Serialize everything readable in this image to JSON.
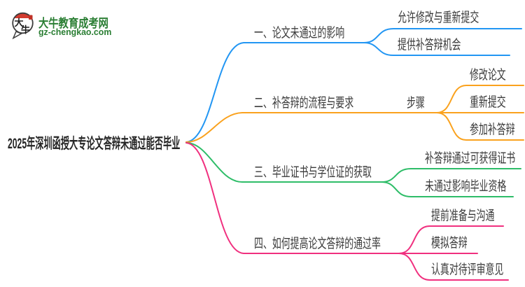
{
  "site": {
    "name": "大牛教育成考网",
    "domain": "gz-chengkao.com",
    "badge_chars": "大牛",
    "brand_green": "#2a7e33",
    "badge_red": "#d23b2f"
  },
  "mindmap": {
    "root": "2025年深圳函授大专论文答辩未通过能否毕业",
    "branches": [
      {
        "label": "一、论文未通过的影响",
        "color": "#2296f3",
        "children": [
          {
            "label": "允许修改与重新提交"
          },
          {
            "label": "提供补答辩机会"
          }
        ]
      },
      {
        "label": "二、补答辩的流程与要求",
        "color": "#faa21e",
        "children": [
          {
            "label": "步骤",
            "children": [
              {
                "label": "修改论文"
              },
              {
                "label": "重新提交"
              },
              {
                "label": "参加补答辩"
              }
            ]
          }
        ]
      },
      {
        "label": "三、毕业证书与学位证的获取",
        "color": "#2ebd68",
        "children": [
          {
            "label": "补答辩通过可获得证书"
          },
          {
            "label": "未通过影响毕业资格"
          }
        ]
      },
      {
        "label": "四、如何提高论文答辩的通过率",
        "color": "#f0307f",
        "children": [
          {
            "label": "提前准备与沟通"
          },
          {
            "label": "模拟答辩"
          },
          {
            "label": "认真对待评审意见"
          }
        ]
      }
    ]
  }
}
